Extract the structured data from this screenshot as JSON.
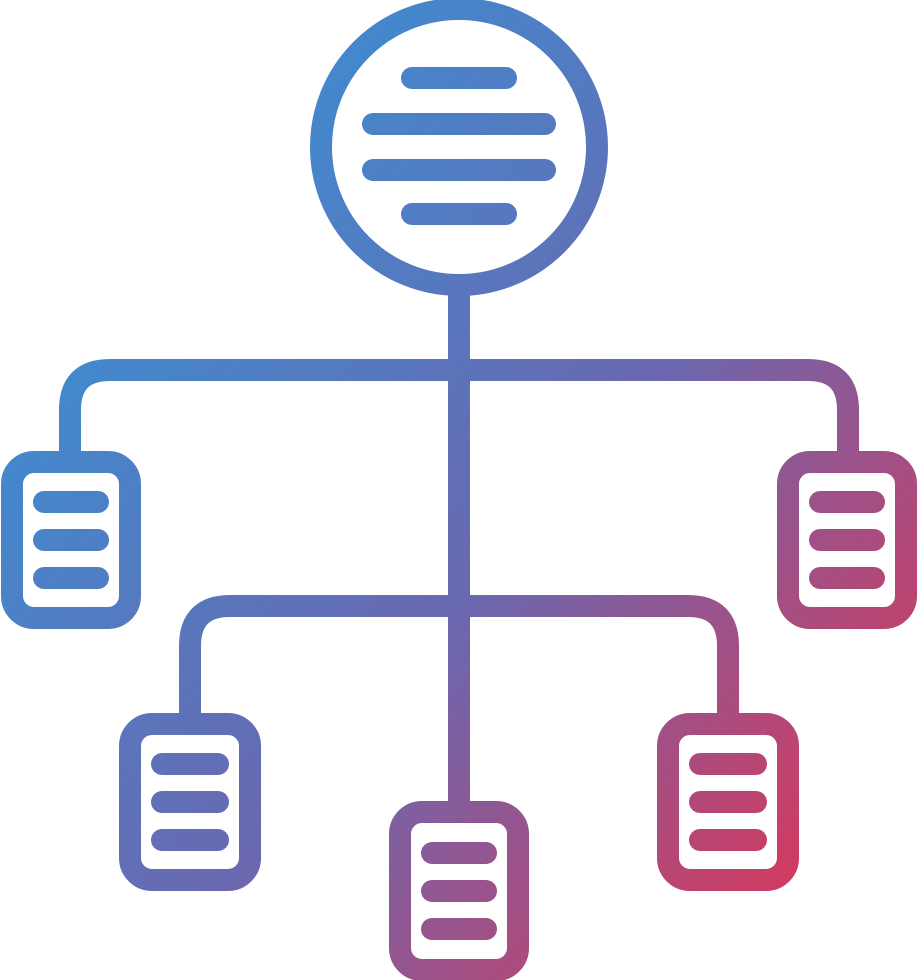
{
  "icon": {
    "name": "hierarchy-structure-icon",
    "style": "gradient-line",
    "gradient": {
      "start_color": "#3a8fd3",
      "end_color": "#ec2f4b"
    },
    "background": "#ffffff",
    "root": {
      "shape": "circle",
      "text_lines": 4
    },
    "child_nodes": [
      {
        "name": "left-top",
        "text_lines": 3
      },
      {
        "name": "right-top",
        "text_lines": 3
      },
      {
        "name": "left-bottom",
        "text_lines": 3
      },
      {
        "name": "center-bottom",
        "text_lines": 3
      },
      {
        "name": "right-bottom",
        "text_lines": 3
      }
    ]
  }
}
